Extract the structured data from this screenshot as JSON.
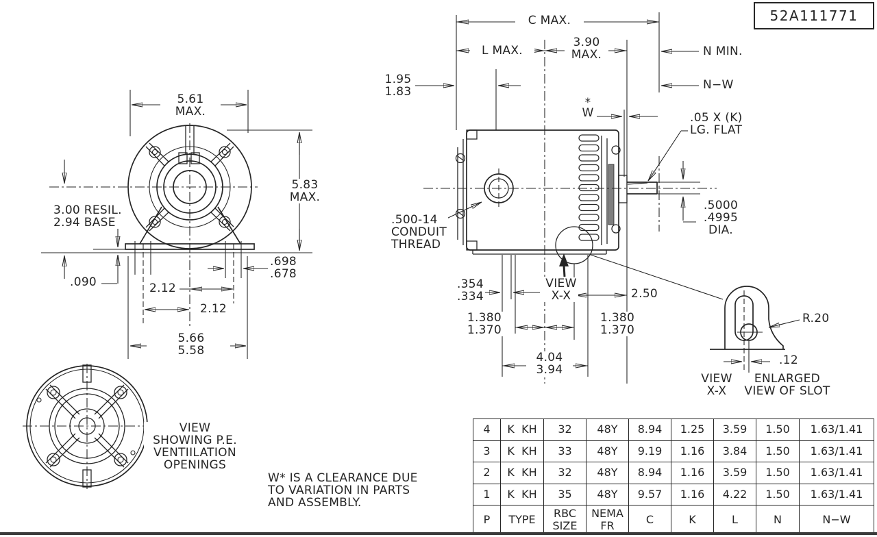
{
  "title_block": {
    "part_number": "52A111771"
  },
  "front_view": {
    "dim_width": "5.61\nMAX.",
    "dim_height": "5.83\nMAX.",
    "dim_resil": "3.00 RESIL.\n2.94 BASE",
    "dim_gap": ".090",
    "dim_bolt_a": "2.12",
    "dim_bolt_b": "2.12",
    "dim_base_width": "5.66\n5.58",
    "dim_slot_width": ".698\n.678"
  },
  "side_view": {
    "dim_c": "C MAX.",
    "dim_l": "L MAX.",
    "dim_390": "3.90\nMAX.",
    "dim_n_min": "N MIN.",
    "dim_n_w": "N−W",
    "dim_195": "1.95\n1.83",
    "w_mark": "*\nW",
    "lg_flat": ".05 X (K)\nLG. FLAT",
    "dia": ".5000\n.4995\nDIA.",
    "conduit": ".500-14\nCONDUIT\nTHREAD",
    "dim_354": ".354\n.334",
    "view_xx": "VIEW\nX-X",
    "dim_250": "2.50",
    "dim_1380_left": "1.380\n1.370",
    "dim_1380_right": "1.380\n1.370",
    "dim_404": "4.04\n3.94"
  },
  "slot_view": {
    "radius": "R.20",
    "offset": ".12",
    "view_label": "VIEW\nX-X",
    "enlarged_label": "ENLARGED\nVIEW OF SLOT"
  },
  "pe_view": {
    "caption": "VIEW\nSHOWING P.E.\nVENTIILATION\nOPENINGS"
  },
  "notes": {
    "w_note": "W* IS A CLEARANCE DUE\nTO VARIATION IN PARTS\nAND ASSEMBLY."
  },
  "table": {
    "header": [
      "P",
      "TYPE",
      "RBC\nSIZE",
      "NEMA\nFR",
      "C",
      "K",
      "L",
      "N",
      "N−W"
    ],
    "rows": [
      [
        "4",
        "K  KH",
        "32",
        "48Y",
        "8.94",
        "1.25",
        "3.59",
        "1.50",
        "1.63/1.41"
      ],
      [
        "3",
        "K  KH",
        "33",
        "48Y",
        "9.19",
        "1.16",
        "3.84",
        "1.50",
        "1.63/1.41"
      ],
      [
        "2",
        "K  KH",
        "32",
        "48Y",
        "8.94",
        "1.16",
        "3.59",
        "1.50",
        "1.63/1.41"
      ],
      [
        "1",
        "K  KH",
        "35",
        "48Y",
        "9.57",
        "1.16",
        "4.22",
        "1.50",
        "1.63/1.41"
      ]
    ]
  },
  "colors": {
    "line": "#262626",
    "shade": "#7f7f7f",
    "sheet_edge": "#3a3a3a"
  }
}
